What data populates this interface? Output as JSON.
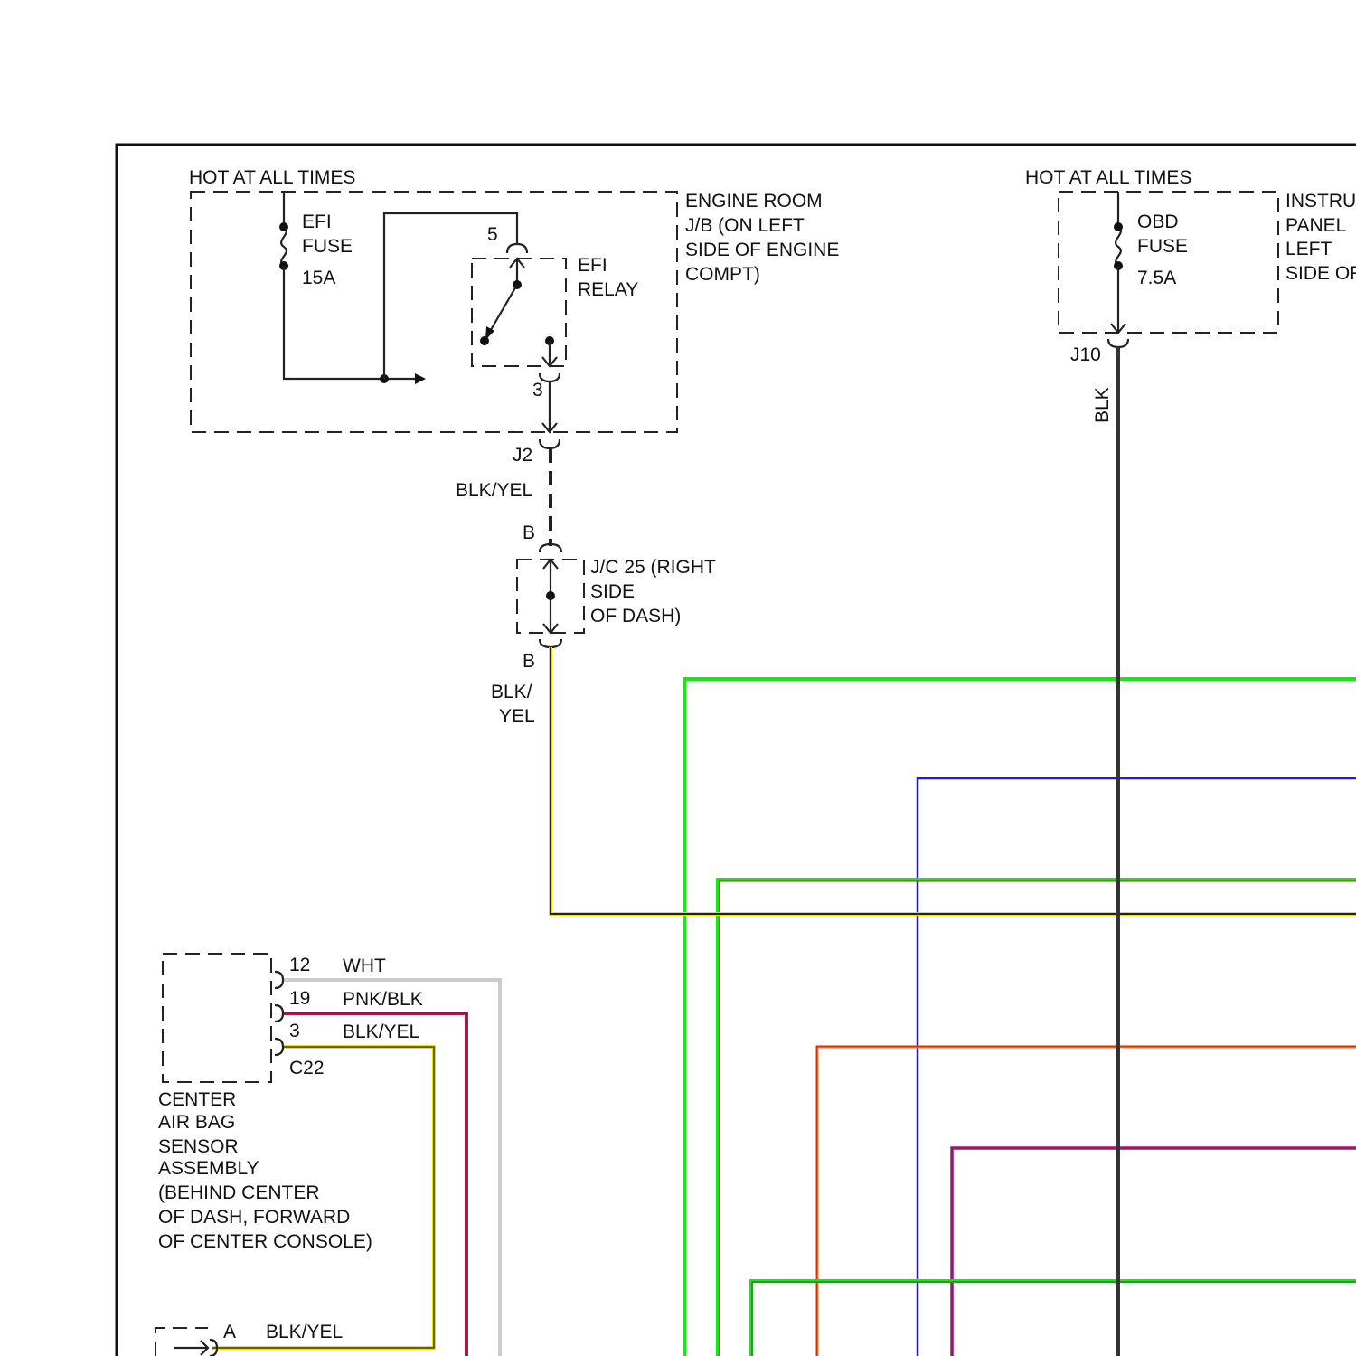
{
  "engine_room_box": {
    "hot_label": "HOT AT ALL TIMES",
    "title_lines": [
      "ENGINE ROOM",
      "J/B (ON LEFT",
      "SIDE OF ENGINE",
      "COMPT)"
    ],
    "fuse_lines": [
      "EFI",
      "FUSE",
      "15A"
    ],
    "relay_lines": [
      "EFI",
      "RELAY"
    ],
    "relay_pin_top": "5",
    "relay_pin_bottom": "3",
    "connector": "J2"
  },
  "wire_j2": {
    "label": "BLK/YEL",
    "color": "#222222"
  },
  "junction_connector": {
    "pin_in": "B",
    "title_lines": [
      "J/C 25 (RIGHT",
      "SIDE",
      "OF DASH)"
    ],
    "pin_out": "B"
  },
  "wire_jc_out": {
    "label_lines": [
      "BLK/",
      "YEL"
    ]
  },
  "instrument_box": {
    "hot_label": "HOT AT ALL TIMES",
    "title_lines": [
      "INSTRU",
      "PANEL",
      "LEFT",
      "SIDE OF"
    ],
    "fuse_lines": [
      "OBD",
      "FUSE",
      "7.5A"
    ],
    "connector": "J10"
  },
  "wire_j10": {
    "label": "BLK"
  },
  "airbag_sensor": {
    "pins": [
      {
        "num": "12",
        "wire": "WHT"
      },
      {
        "num": "19",
        "wire": "PNK/BLK"
      },
      {
        "num": "3",
        "wire": "BLK/YEL"
      }
    ],
    "connector": "C22",
    "title_lines": [
      "CENTER",
      "AIR BAG",
      "SENSOR",
      "ASSEMBLY",
      "(BEHIND CENTER",
      "OF DASH, FORWARD",
      "OF CENTER CONSOLE)"
    ]
  },
  "bottom_connector": {
    "pin": "A",
    "wire": "BLK/YEL"
  },
  "wire_colors": {
    "green": "#17e617",
    "blue": "#1c1cc8",
    "red": "#ff1a1a",
    "pink_blk": "#c8124e",
    "purple": "#a0136e",
    "yellow": "#f0e000",
    "white": "#cccccc",
    "black": "#333333"
  }
}
